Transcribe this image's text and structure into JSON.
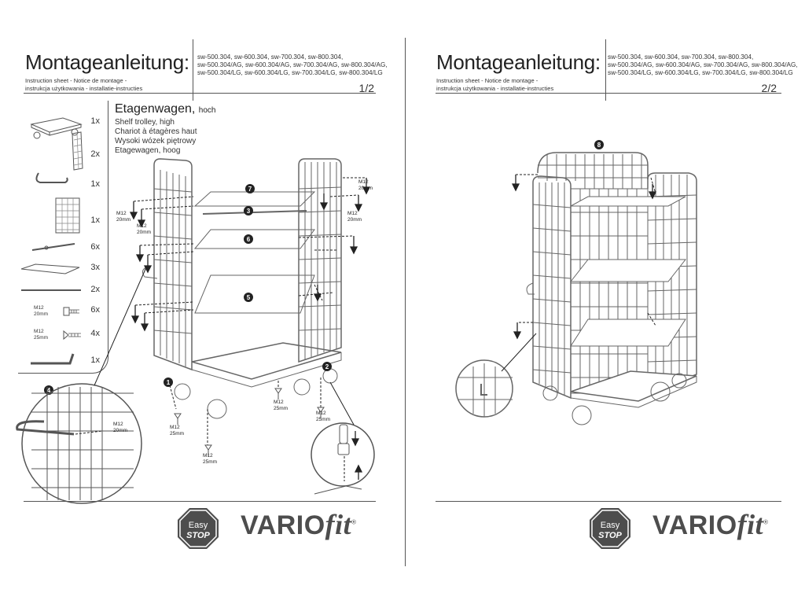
{
  "pages": [
    {
      "title": "Montageanleitung:",
      "subtitle_line1": "Instruction sheet - Notice de montage  -",
      "subtitle_line2": "instrukcja użytkowania - installatie-instructies",
      "models": [
        "sw-500.304, sw-600.304, sw-700.304, sw-800.304,",
        "sw-500.304/AG, sw-600.304/AG, sw-700.304/AG, sw-800.304/AG,",
        "sw-500.304/LG, sw-600.304/LG, sw-700.304/LG, sw-800.304/LG"
      ],
      "page_number": "1/2"
    },
    {
      "title": "Montageanleitung:",
      "subtitle_line1": "Instruction sheet - Notice de montage  -",
      "subtitle_line2": "instrukcja użytkowania - installatie-instructies",
      "models": [
        "sw-500.304, sw-600.304, sw-700.304, sw-800.304,",
        "sw-500.304/AG, sw-600.304/AG, sw-700.304/AG, sw-800.304/AG,",
        "sw-500.304/LG, sw-600.304/LG, sw-700.304/LG, sw-800.304/LG"
      ],
      "page_number": "2/2"
    }
  ],
  "product": {
    "title": "Etagenwagen,",
    "title_suffix": "hoch",
    "names": [
      "Shelf trolley, high",
      "Chariot à étagères haut",
      "Wysoki wózek piętrowy",
      "Etagewagen, hoog"
    ]
  },
  "parts": [
    {
      "icon": "base-platform-with-wheels",
      "qty": "1x"
    },
    {
      "icon": "mesh-side-panel",
      "qty": "2x"
    },
    {
      "icon": "push-handle",
      "qty": "1x"
    },
    {
      "icon": "mesh-back-panel",
      "qty": "1x"
    },
    {
      "icon": "connector-rod",
      "qty": "6x"
    },
    {
      "icon": "shelf-board",
      "qty": "3x"
    },
    {
      "icon": "support-bar",
      "qty": "2x"
    },
    {
      "icon": "bolt-m12-20mm",
      "qty": "6x",
      "label_l1": "M12",
      "label_l2": "20mm"
    },
    {
      "icon": "bolt-m12-25mm",
      "qty": "4x",
      "label_l1": "M12",
      "label_l2": "25mm"
    },
    {
      "icon": "allen-key",
      "qty": "1x"
    }
  ],
  "bolt_labels": {
    "m12": "M12",
    "m12_20mm": "20mm",
    "m12_25mm": "25mm"
  },
  "steps": [
    "1",
    "2",
    "3",
    "4",
    "5",
    "6",
    "7",
    "8"
  ],
  "brand": {
    "easystop_l1": "Easy",
    "easystop_l2": "STOP",
    "vario": "VARIO",
    "fit": "fit",
    "reg": "®"
  },
  "colors": {
    "line": "#555555",
    "dark": "#222222",
    "logo_gray": "#4d4d4d"
  }
}
